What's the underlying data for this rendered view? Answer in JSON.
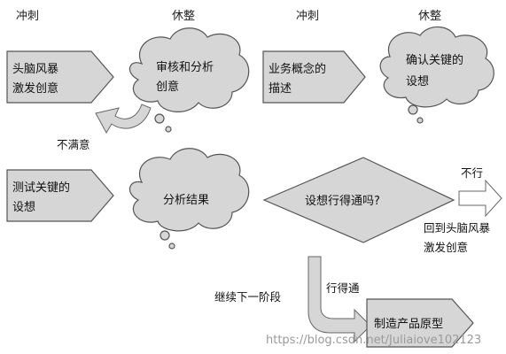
{
  "phases": {
    "p1": "冲刺",
    "p2": "休整",
    "p3": "冲刺",
    "p4": "休整"
  },
  "nodes": {
    "brainstorm": [
      "头脑风暴",
      "激发创意"
    ],
    "review": [
      "审核和分析",
      "创意"
    ],
    "describe": [
      "业务概念的",
      "描述"
    ],
    "confirm": [
      "确认关键的",
      "设想"
    ],
    "test": [
      "测试关键的",
      "设想"
    ],
    "analyze": "分析结果",
    "decision": "设想行得通吗?",
    "prototype": "制造产品原型"
  },
  "labels": {
    "unsatisfied": "不满意",
    "no": "不行",
    "back_to_brainstorm": [
      "回到头脑风暴",
      "激发创意"
    ],
    "works": "行得通",
    "next_stage": "继续下一阶段"
  },
  "watermark": "https://blog.csdn.net/Juliaiove102123",
  "colors": {
    "shape_fill": "#d6d6d6",
    "stroke": "#555555"
  }
}
